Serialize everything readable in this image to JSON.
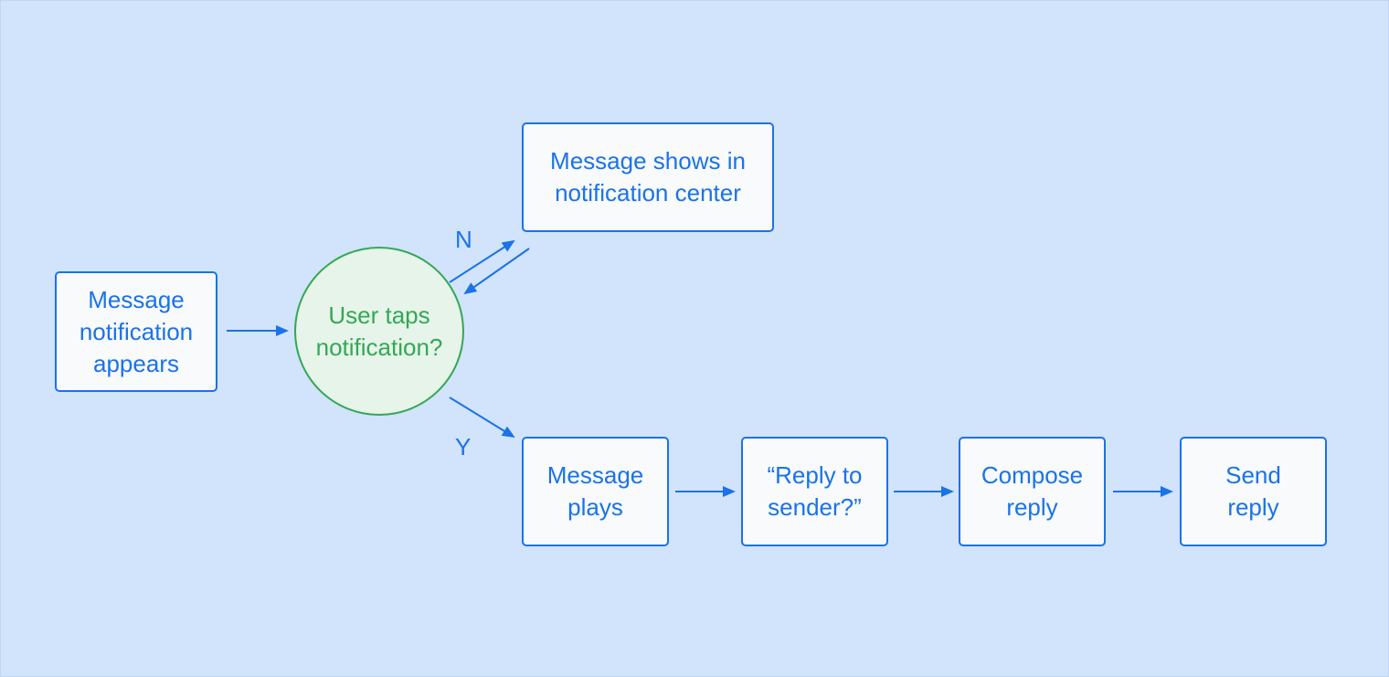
{
  "diagram": {
    "nodes": {
      "notification": {
        "label": "Message\nnotification\nappears"
      },
      "decision": {
        "label": "User taps\nnotification?"
      },
      "center": {
        "label": "Message shows in\nnotification center"
      },
      "plays": {
        "label": "Message\nplays"
      },
      "reply_prompt": {
        "label": "“Reply to\nsender?”"
      },
      "compose": {
        "label": "Compose\nreply"
      },
      "send": {
        "label": "Send\nreply"
      }
    },
    "branches": {
      "no": "N",
      "yes": "Y"
    },
    "colors": {
      "background": "#d2e3fc",
      "primary": "#1a73e8",
      "decision": "#34a853",
      "decision_fill": "#e6f4ea",
      "box_fill": "#f8fafc"
    }
  }
}
